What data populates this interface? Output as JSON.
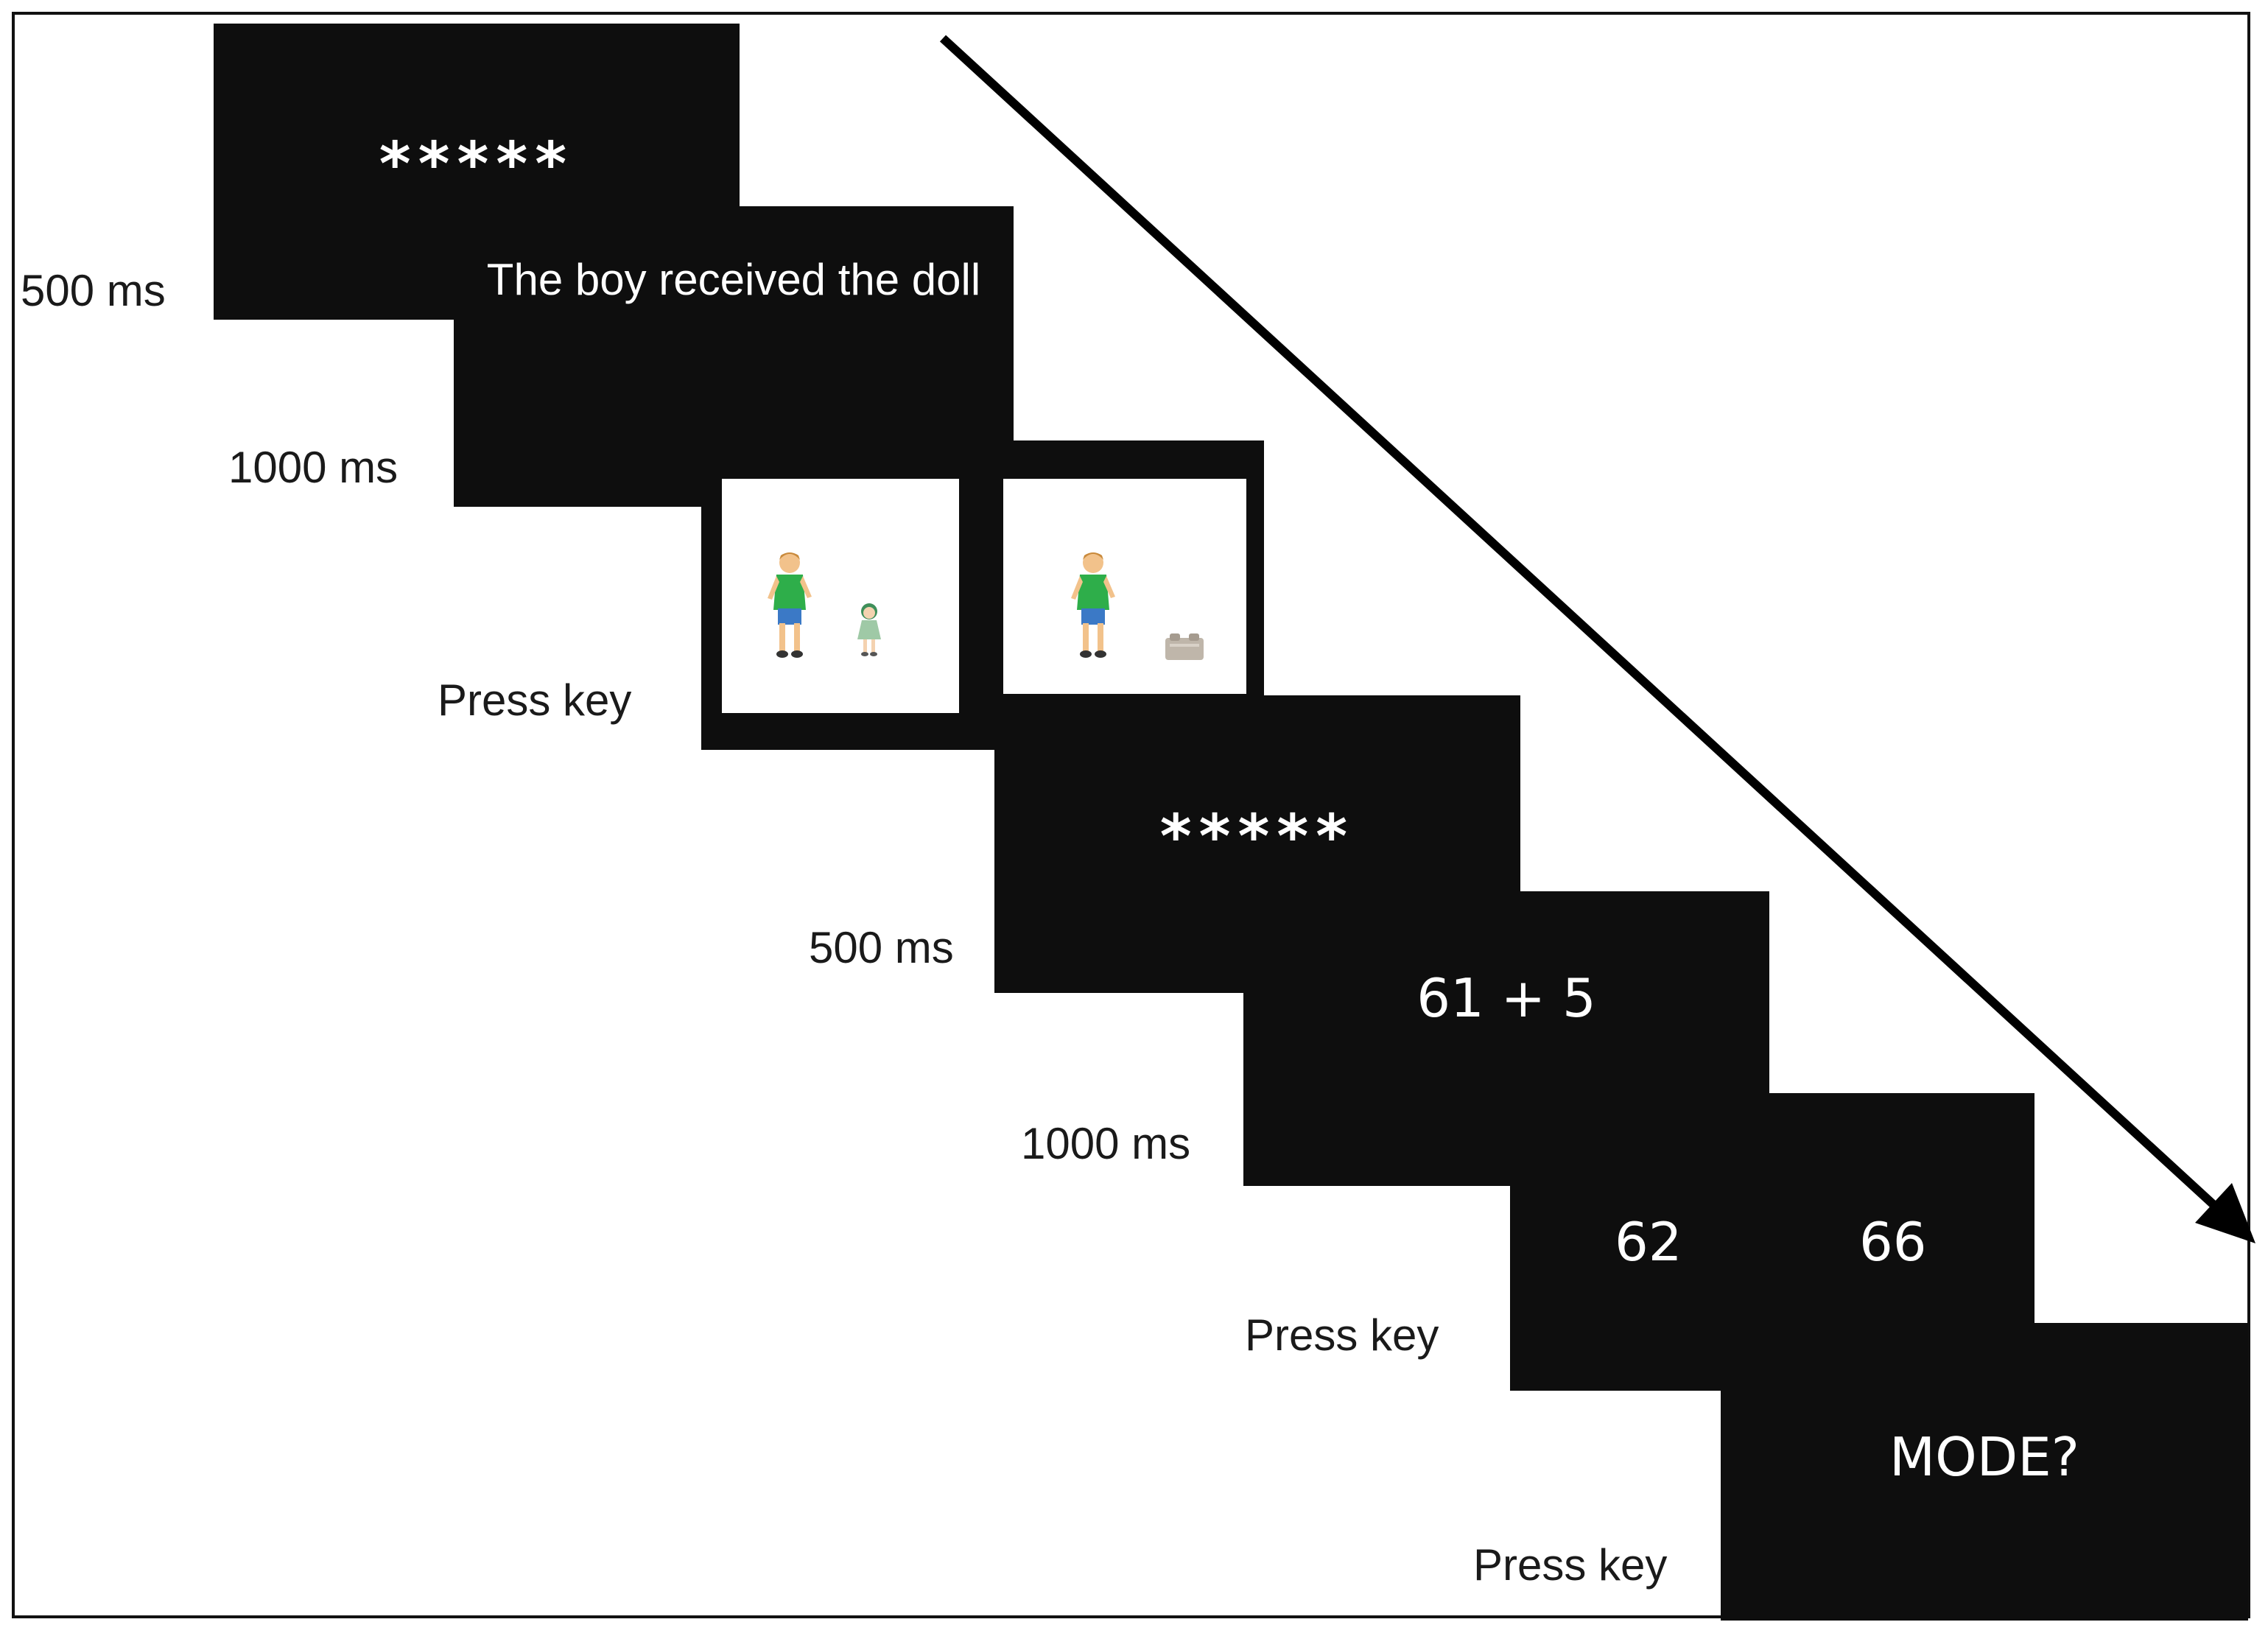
{
  "screens": {
    "fixation_1": "*****",
    "sentence": "The boy received the doll",
    "fixation_2": "*****",
    "math_problem": "61 + 5",
    "math_option_left": "62",
    "math_option_right": "66",
    "final_prompt": "MODE?"
  },
  "timings": {
    "fixation_1": "500 ms",
    "sentence": "1000 ms",
    "picture_pair": "Press key",
    "fixation_2": "500 ms",
    "math_problem": "1000 ms",
    "math_options": "Press key",
    "final_prompt": "Press key"
  },
  "pictures": {
    "left": {
      "agent": "boy-figure",
      "object": "doll-figure"
    },
    "right": {
      "agent": "boy-figure",
      "object": "object-figure"
    }
  },
  "colors": {
    "screen": "#0e0e0e",
    "text": "#ffffff",
    "arrow": "#000000"
  }
}
